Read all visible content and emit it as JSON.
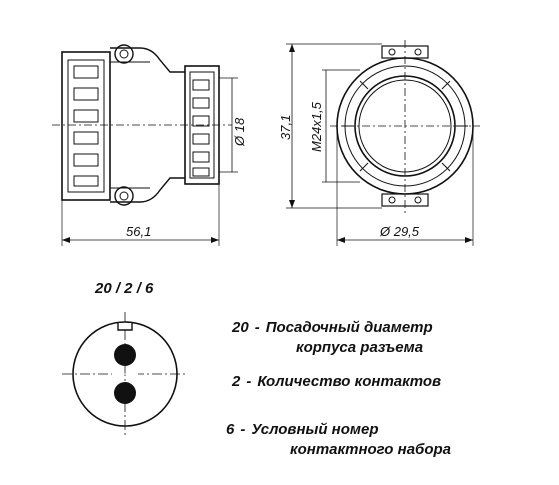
{
  "dimensions": {
    "length": "56,1",
    "diameter_small": "Ø 18",
    "height": "37,1",
    "thread": "M24x1,5",
    "diameter_outer": "Ø 29,5"
  },
  "designation": "20 / 2 / 6",
  "legend": [
    {
      "number": "20",
      "separator": "-",
      "line1": "Посадочный диаметр",
      "line2": "корпуса разъема"
    },
    {
      "number": "2",
      "separator": "-",
      "line1": "Количество контактов",
      "line2": ""
    },
    {
      "number": "6",
      "separator": "-",
      "line1": "Условный номер",
      "line2": "контактного набора"
    }
  ]
}
